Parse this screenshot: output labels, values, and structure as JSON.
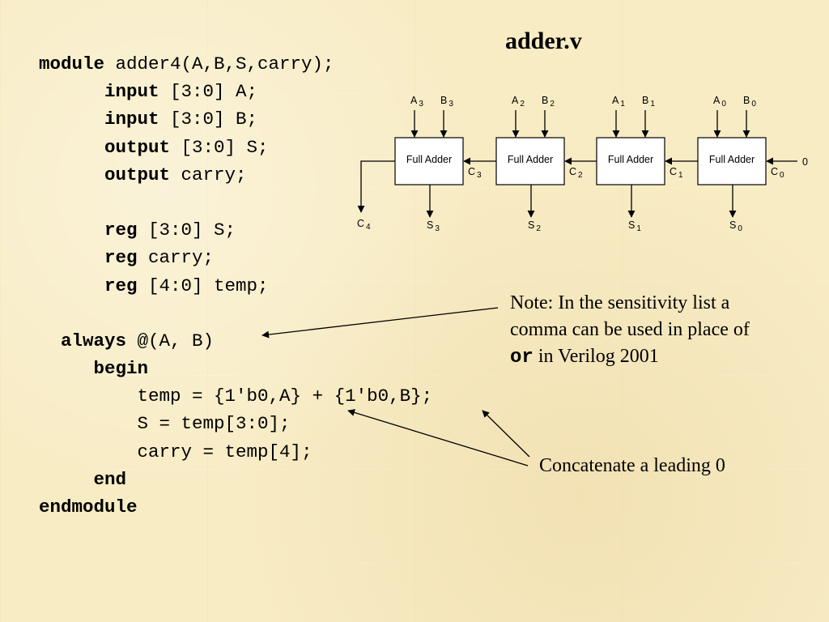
{
  "slide": {
    "title": "adder.v"
  },
  "code": {
    "lines": [
      {
        "indent": "",
        "kw": "module",
        "rest": " adder4(A,B,S,carry);"
      },
      {
        "indent": "      ",
        "kw": "input",
        "rest": " [3:0] A;"
      },
      {
        "indent": "      ",
        "kw": "input",
        "rest": " [3:0] B;"
      },
      {
        "indent": "      ",
        "kw": "output",
        "rest": " [3:0] S;"
      },
      {
        "indent": "      ",
        "kw": "output",
        "rest": " carry;"
      },
      {
        "indent": "",
        "kw": "",
        "rest": ""
      },
      {
        "indent": "      ",
        "kw": "reg",
        "rest": " [3:0] S;"
      },
      {
        "indent": "      ",
        "kw": "reg",
        "rest": " carry;"
      },
      {
        "indent": "      ",
        "kw": "reg",
        "rest": " [4:0] temp;"
      },
      {
        "indent": "",
        "kw": "",
        "rest": ""
      },
      {
        "indent": "  ",
        "kw": "always",
        "rest": " @(A, B)"
      },
      {
        "indent": "     ",
        "kw": "begin",
        "rest": ""
      },
      {
        "indent": "         ",
        "kw": "",
        "rest": "temp = {1'b0,A} + {1'b0,B};"
      },
      {
        "indent": "         ",
        "kw": "",
        "rest": "S = temp[3:0];"
      },
      {
        "indent": "         ",
        "kw": "",
        "rest": "carry = temp[4];"
      },
      {
        "indent": "     ",
        "kw": "end",
        "rest": ""
      },
      {
        "indent": "",
        "kw": "endmodule",
        "rest": ""
      }
    ]
  },
  "notes": {
    "sensitivity": {
      "line1": "Note: In the sensitivity list a",
      "line2": "comma can be used in place of",
      "kw": "or",
      "line3_rest": " in Verilog 2001"
    },
    "concat": "Concatenate a leading 0"
  },
  "diagram": {
    "block_label": "Full Adder",
    "blocks": [
      {
        "a": "A",
        "a_sub": "3",
        "b": "B",
        "b_sub": "3",
        "s": "S",
        "s_sub": "3",
        "cin": "C",
        "cin_sub": "3"
      },
      {
        "a": "A",
        "a_sub": "2",
        "b": "B",
        "b_sub": "2",
        "s": "S",
        "s_sub": "2",
        "cin": "C",
        "cin_sub": "2"
      },
      {
        "a": "A",
        "a_sub": "1",
        "b": "B",
        "b_sub": "1",
        "s": "S",
        "s_sub": "1",
        "cin": "C",
        "cin_sub": "1"
      },
      {
        "a": "A",
        "a_sub": "0",
        "b": "B",
        "b_sub": "0",
        "s": "S",
        "s_sub": "0",
        "cin": "C",
        "cin_sub": "0"
      }
    ],
    "carry_out": {
      "label": "C",
      "sub": "4"
    },
    "carry_in_value": "0"
  }
}
